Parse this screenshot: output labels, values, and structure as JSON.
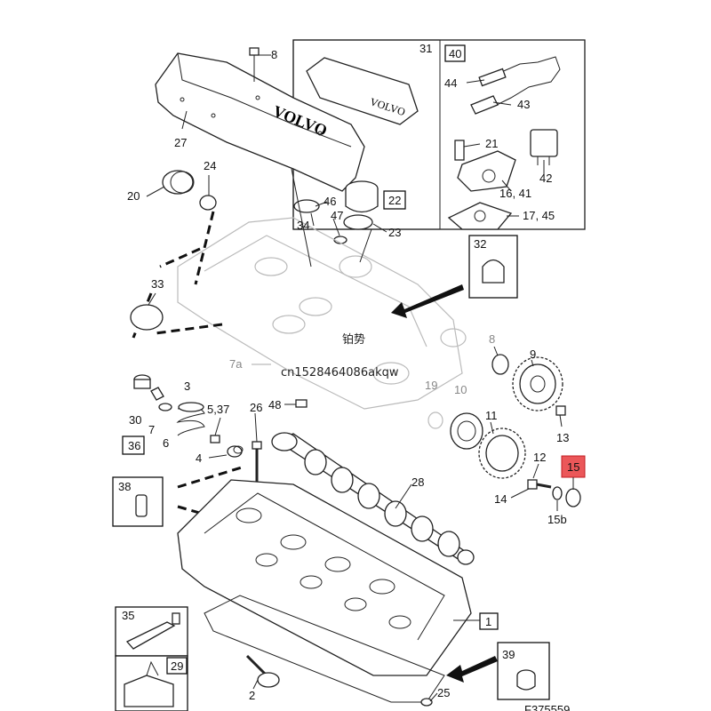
{
  "watermark": {
    "chinese": "铂势",
    "code": "cn1528464086akqw"
  },
  "labels": {
    "l1": "1",
    "l2": "2",
    "l3": "3",
    "l4": "4",
    "l537": "5,37",
    "l6": "6",
    "l7": "7",
    "l7a": "7a",
    "l8a": "8",
    "l8b": "8",
    "l9": "9",
    "l10": "10",
    "l11": "11",
    "l12": "12",
    "l13": "13",
    "l14": "14",
    "l15": "15",
    "l15b": "15b",
    "l16_41": "16, 41",
    "l17_45": "17, 45",
    "l19": "19",
    "l20": "20",
    "l21": "21",
    "l22": "22",
    "l23": "23",
    "l24": "24",
    "l25": "25",
    "l26": "26",
    "l27": "27",
    "l28": "28",
    "l29": "29",
    "l30": "30",
    "l31": "31",
    "l32": "32",
    "l33": "33",
    "l34": "34",
    "l35": "35",
    "l36": "36",
    "l38": "38",
    "l39": "39",
    "l40": "40",
    "l42": "42",
    "l43": "43",
    "l44": "44",
    "l46": "46",
    "l47": "47",
    "l48": "48"
  },
  "cover_logo": "VOLVO",
  "footer_code": "F375559",
  "colors": {
    "highlight": "#e8393c",
    "ink": "#222222",
    "ghost": "#bbbbbb"
  }
}
